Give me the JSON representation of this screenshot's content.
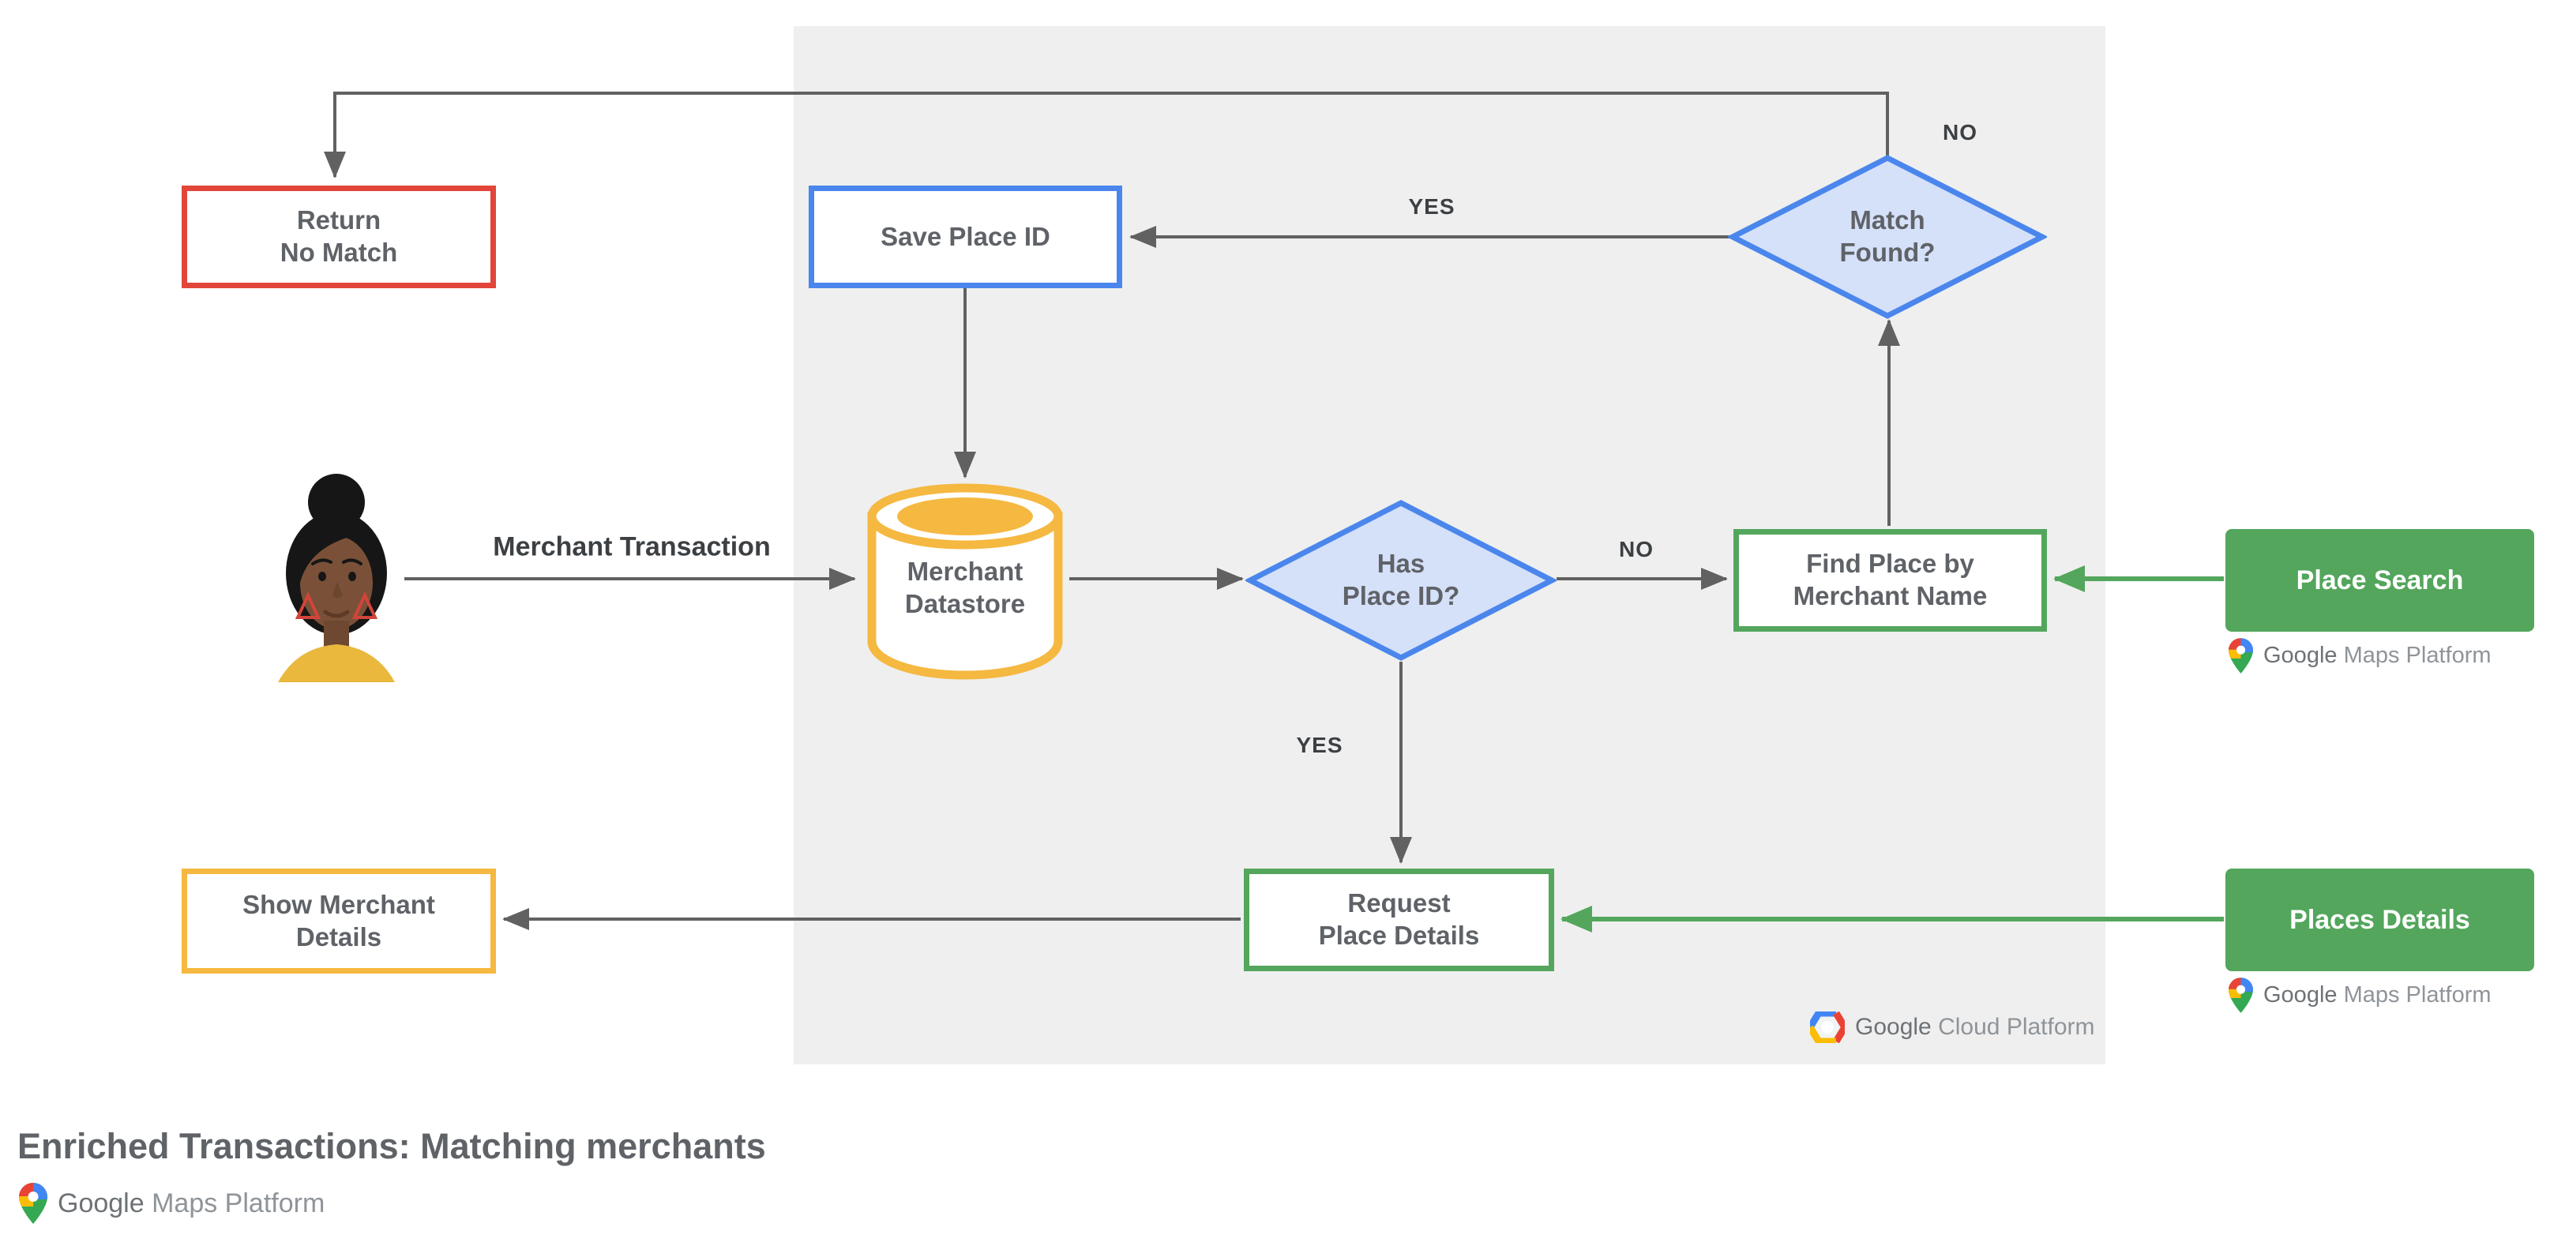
{
  "title": "Enriched Transactions: Matching merchants",
  "nodes": {
    "return_no_match": "Return\nNo Match",
    "save_place_id": "Save Place ID",
    "match_found": "Match\nFound?",
    "merchant_datastore": "Merchant\nDatastore",
    "has_place_id": "Has\nPlace ID?",
    "find_place_by_merchant_name": "Find Place by\nMerchant Name",
    "place_search": "Place Search",
    "request_place_details": "Request\nPlace Details",
    "places_details": "Places Details",
    "show_merchant_details": "Show Merchant\nDetails"
  },
  "edge_labels": {
    "no_top": "NO",
    "yes_top": "YES",
    "no_mid": "NO",
    "yes_mid": "YES"
  },
  "flow_label": "Merchant Transaction",
  "logos": {
    "gcp": {
      "google": "Google",
      "product": "Cloud Platform"
    },
    "gmp": {
      "google": "Google",
      "product": "Maps Platform"
    }
  },
  "icons": {
    "maps_pin": "google-maps-pin-icon",
    "gcp_hexagon": "google-cloud-hexagon-icon",
    "person": "person-avatar"
  },
  "colors": {
    "red": "#E2463A",
    "blue_border": "#4A86EC",
    "blue_fill": "#D5E0F9",
    "yellow": "#F5B840",
    "green": "#53A65C",
    "gray_line": "#616161",
    "panel_bg": "#EFEFEF",
    "node_text": "#5F6368",
    "edge_label_text": "#3C4043"
  }
}
